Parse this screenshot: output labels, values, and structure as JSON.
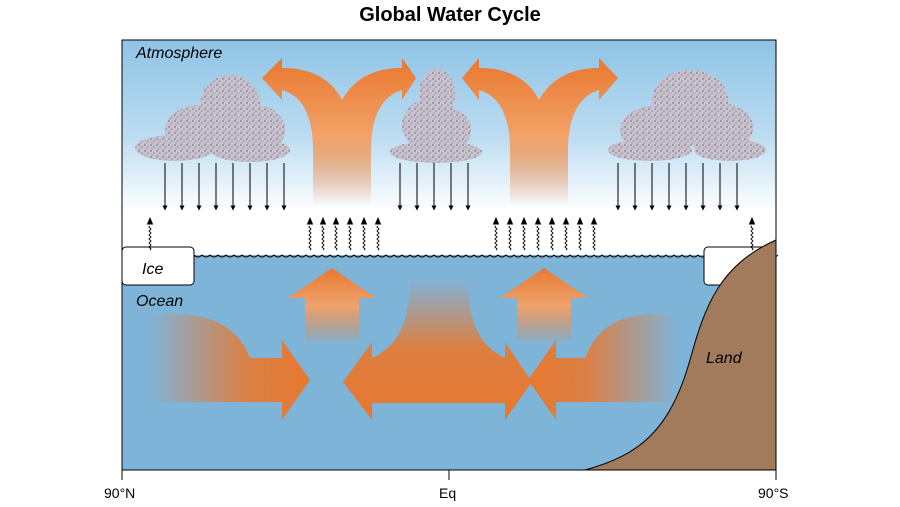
{
  "title": "Global Water Cycle",
  "labels": {
    "atmosphere": "Atmosphere",
    "ice": "Ice",
    "ocean": "Ocean",
    "land": "Land"
  },
  "x_axis": {
    "left": "90°N",
    "center": "Eq",
    "right": "90°S"
  },
  "colors": {
    "sky": "#8fc3e6",
    "ocean": "#7fb4d9",
    "land": "#a27a5c",
    "arrow": "#e8782f",
    "cloud": "#c8c2cf"
  }
}
